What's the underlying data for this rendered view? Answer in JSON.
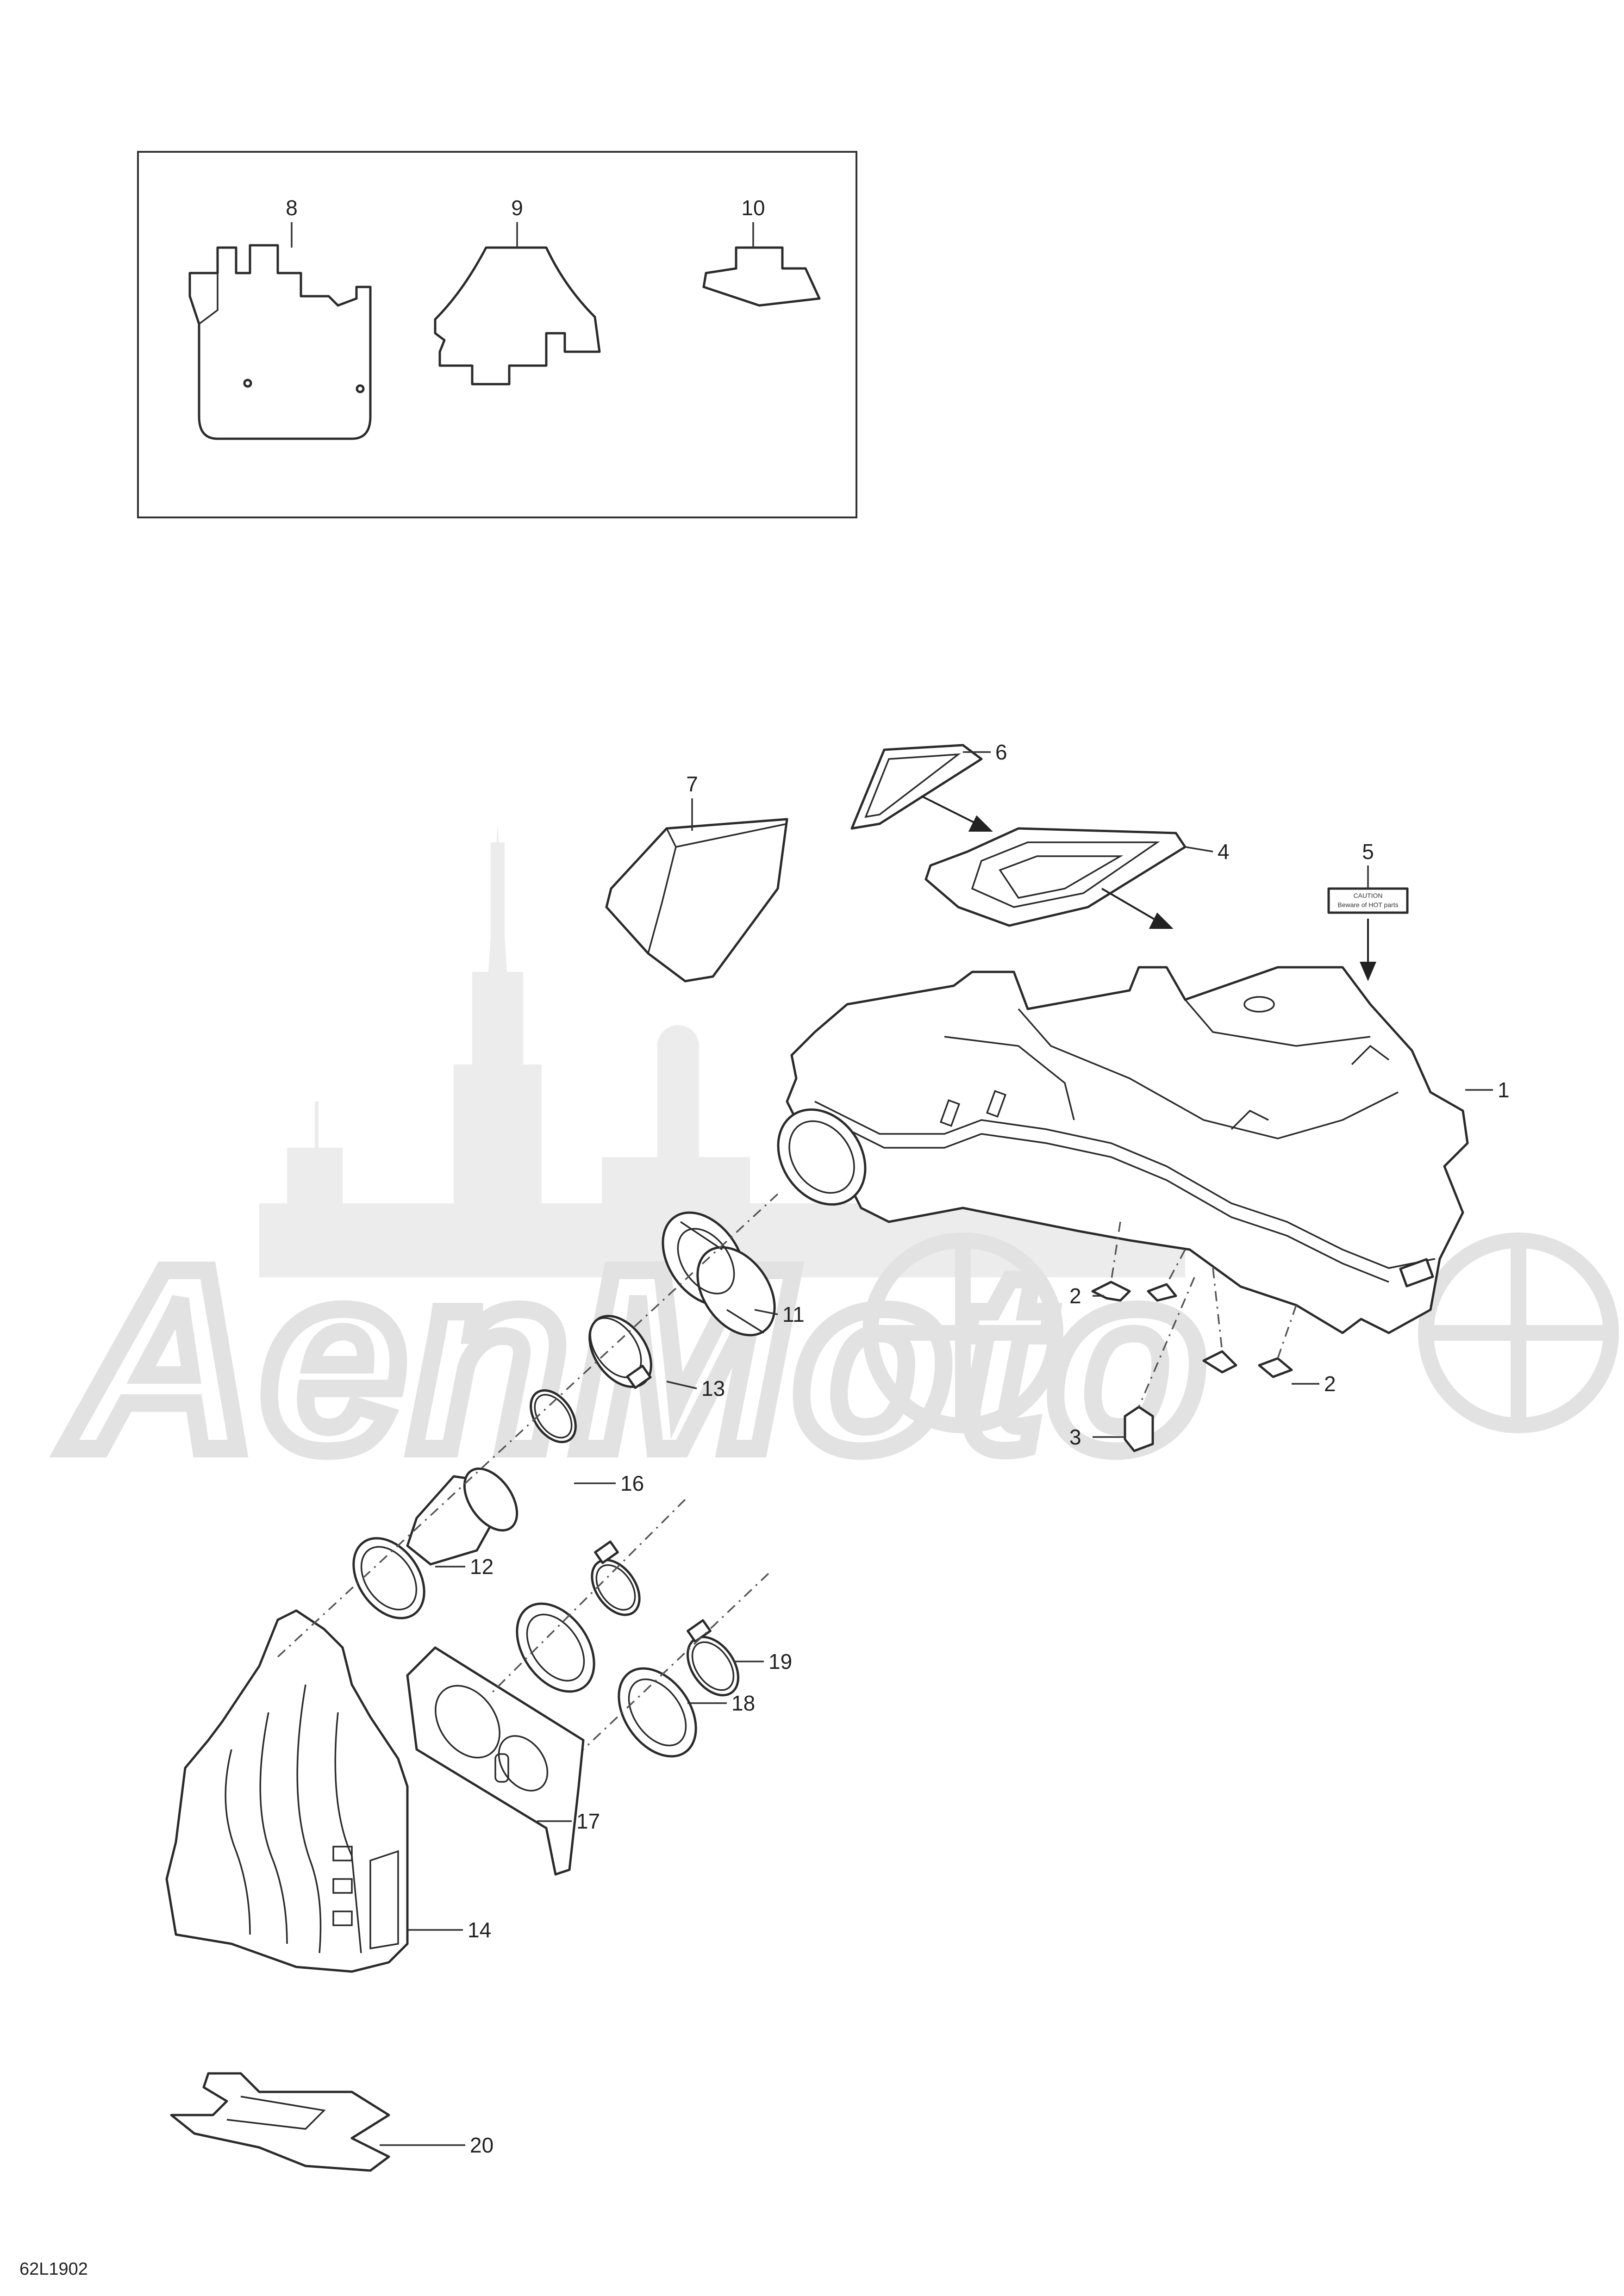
{
  "drawing_code": "62L1902",
  "watermark_text": "AenMoto",
  "decal_text": {
    "line1": "CAUTION",
    "line2": "Beware of HOT parts"
  },
  "callouts": [
    {
      "id": "c1",
      "label": "1"
    },
    {
      "id": "c2a",
      "label": "2"
    },
    {
      "id": "c2b",
      "label": "2"
    },
    {
      "id": "c3",
      "label": "3"
    },
    {
      "id": "c4",
      "label": "4"
    },
    {
      "id": "c5",
      "label": "5"
    },
    {
      "id": "c6",
      "label": "6"
    },
    {
      "id": "c7",
      "label": "7"
    },
    {
      "id": "c8",
      "label": "8"
    },
    {
      "id": "c9",
      "label": "9"
    },
    {
      "id": "c10",
      "label": "10"
    },
    {
      "id": "c11",
      "label": "11"
    },
    {
      "id": "c12",
      "label": "12"
    },
    {
      "id": "c13",
      "label": "13"
    },
    {
      "id": "c14",
      "label": "14"
    },
    {
      "id": "c16",
      "label": "16"
    },
    {
      "id": "c17",
      "label": "17"
    },
    {
      "id": "c18",
      "label": "18"
    },
    {
      "id": "c19",
      "label": "19"
    },
    {
      "id": "c20",
      "label": "20"
    }
  ]
}
